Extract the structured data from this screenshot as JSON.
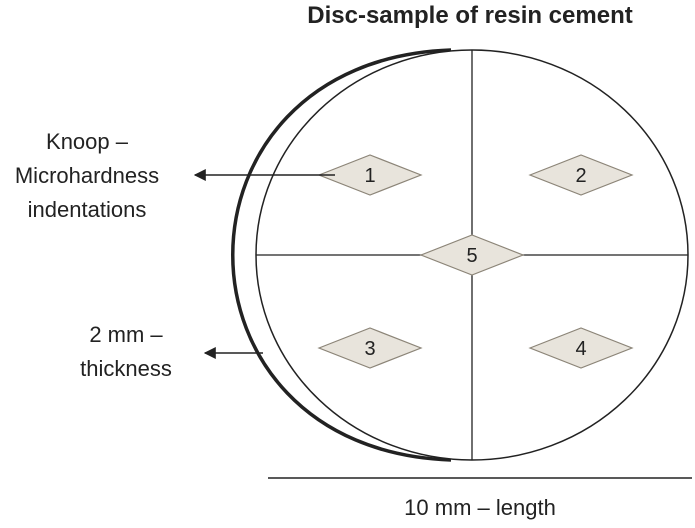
{
  "title": "Disc-sample of resin cement",
  "labels": {
    "indentation_line1": "Knoop –",
    "indentation_line2": "Microhardness",
    "indentation_line3": "indentations",
    "thickness_line1": "2 mm –",
    "thickness_line2": "thickness",
    "length": "10 mm – length"
  },
  "indentations": [
    "1",
    "2",
    "3",
    "4",
    "5"
  ],
  "colors": {
    "indentation_fill": "#e8e4dc",
    "indentation_stroke": "#8c8578",
    "line": "#222222"
  }
}
